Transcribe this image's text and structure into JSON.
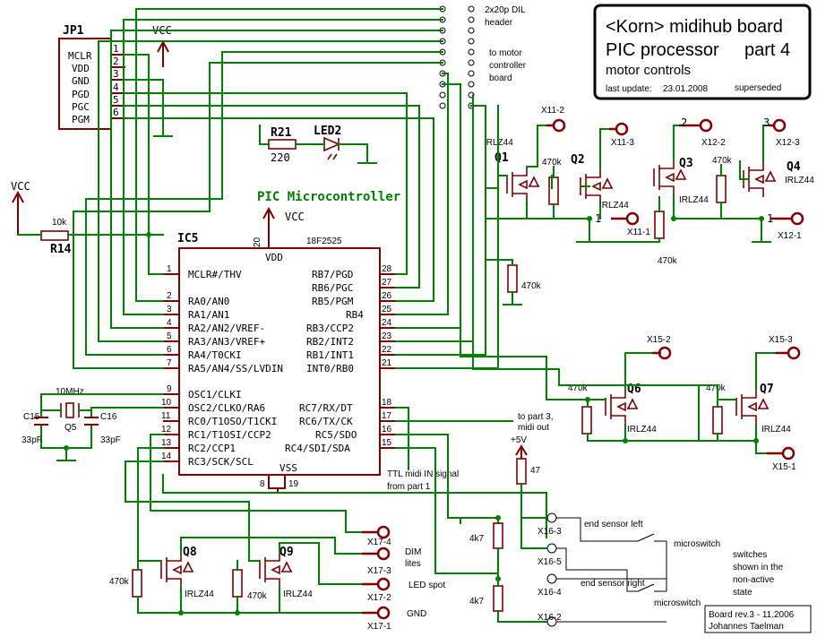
{
  "title": {
    "line1": "<Korn> midihub board",
    "line2a": "PIC processor",
    "line2b": "part 4",
    "line3": "motor controls",
    "update_label": "last update:",
    "update_date": "23.01.2008",
    "status": "superseded"
  },
  "footer": {
    "rev": "Board rev.3 - 11.2006",
    "author": "Johannes Taelman"
  },
  "heading": "PIC Microcontroller",
  "header_notes": {
    "dil1": "2x20p DIL",
    "dil2": "header",
    "m1": "to motor",
    "m2": "controller",
    "m3": "board"
  },
  "jp1": {
    "name": "JP1",
    "pins": [
      "MCLR",
      "VDD",
      "GND",
      "PGD",
      "PGC",
      "PGM"
    ],
    "nums": [
      "1",
      "2",
      "3",
      "4",
      "5",
      "6"
    ]
  },
  "ic5": {
    "name": "IC5",
    "part": "18F2525",
    "top_pin": "20",
    "top_label": "VDD",
    "bottom_label": "VSS",
    "bot_pins": [
      "8",
      "19"
    ],
    "left_pins": [
      {
        "n": "1",
        "l": "MCLR#/THV"
      },
      {
        "n": "2",
        "l": "RA0/AN0"
      },
      {
        "n": "3",
        "l": "RA1/AN1"
      },
      {
        "n": "4",
        "l": "RA2/AN2/VREF-"
      },
      {
        "n": "5",
        "l": "RA3/AN3/VREF+"
      },
      {
        "n": "6",
        "l": "RA4/T0CKI"
      },
      {
        "n": "7",
        "l": "RA5/AN4/SS/LVDIN"
      },
      {
        "n": "9",
        "l": "OSC1/CLKI"
      },
      {
        "n": "10",
        "l": "OSC2/CLKO/RA6"
      },
      {
        "n": "11",
        "l": "RC0/T1OSO/T1CKI"
      },
      {
        "n": "12",
        "l": "RC1/T1OSI/CCP2"
      },
      {
        "n": "13",
        "l": "RC2/CCP1"
      },
      {
        "n": "14",
        "l": "RC3/SCK/SCL"
      }
    ],
    "right_pins": [
      {
        "n": "28",
        "l": "RB7/PGD"
      },
      {
        "n": "27",
        "l": "RB6/PGC"
      },
      {
        "n": "26",
        "l": "RB5/PGM"
      },
      {
        "n": "25",
        "l": "RB4"
      },
      {
        "n": "24",
        "l": "RB3/CCP2"
      },
      {
        "n": "23",
        "l": "RB2/INT2"
      },
      {
        "n": "22",
        "l": "RB1/INT1"
      },
      {
        "n": "21",
        "l": "INT0/RB0"
      },
      {
        "n": "18",
        "l": "RC7/RX/DT"
      },
      {
        "n": "17",
        "l": "RC6/TX/CK"
      },
      {
        "n": "16",
        "l": "RC5/SDO"
      },
      {
        "n": "15",
        "l": "RC4/SDI/SDA"
      }
    ]
  },
  "labels": {
    "vcc": "VCC",
    "r21": "R21",
    "r21v": "220",
    "led2": "LED2",
    "r14": "R14",
    "r14v": "10k",
    "xtal": "10MHz",
    "q5": "Q5",
    "c15": "C15",
    "c16": "C16",
    "c15v": "33pF",
    "c16v": "33pF",
    "q1": "Q1",
    "q2": "Q2",
    "q3": "Q3",
    "q4": "Q4",
    "q6": "Q6",
    "q7": "Q7",
    "q8": "Q8",
    "q9": "Q9",
    "irlz": "IRLZ44",
    "r470k": "470k",
    "r4k7": "4k7",
    "r47": "47",
    "plus5v": "+5V",
    "x11_1": "X11-1",
    "x11_2": "X11-2",
    "x11_3": "X11-3",
    "x12_1": "X12-1",
    "x12_2": "X12-2",
    "x12_3": "X12-3",
    "x15_1": "X15-1",
    "x15_2": "X15-2",
    "x15_3": "X15-3",
    "x16_2": "X16-2",
    "x16_3": "X16-3",
    "x16_4": "X16-4",
    "x16_5": "X16-5",
    "x17_1": "X17-1",
    "x17_2": "X17-2",
    "x17_3": "X17-3",
    "x17_4": "X17-4",
    "n1": "1",
    "n2": "2",
    "n3": "3",
    "to_part3_1": "to part 3,",
    "to_part3_2": "midi out",
    "ttl1": "TTL midi IN signal",
    "ttl2": "from part 1",
    "end_left": "end sensor left",
    "end_right": "end sensor right",
    "micro": "microswitch",
    "sw1": "switches",
    "sw2": "shown in the",
    "sw3": "non-active",
    "sw4": "state",
    "dim1": "DIM",
    "dim2": "lites",
    "ledspot": "LED spot",
    "gnd": "GND"
  },
  "colors": {
    "wire": "#008000",
    "part": "#800000",
    "text": "#000000"
  }
}
